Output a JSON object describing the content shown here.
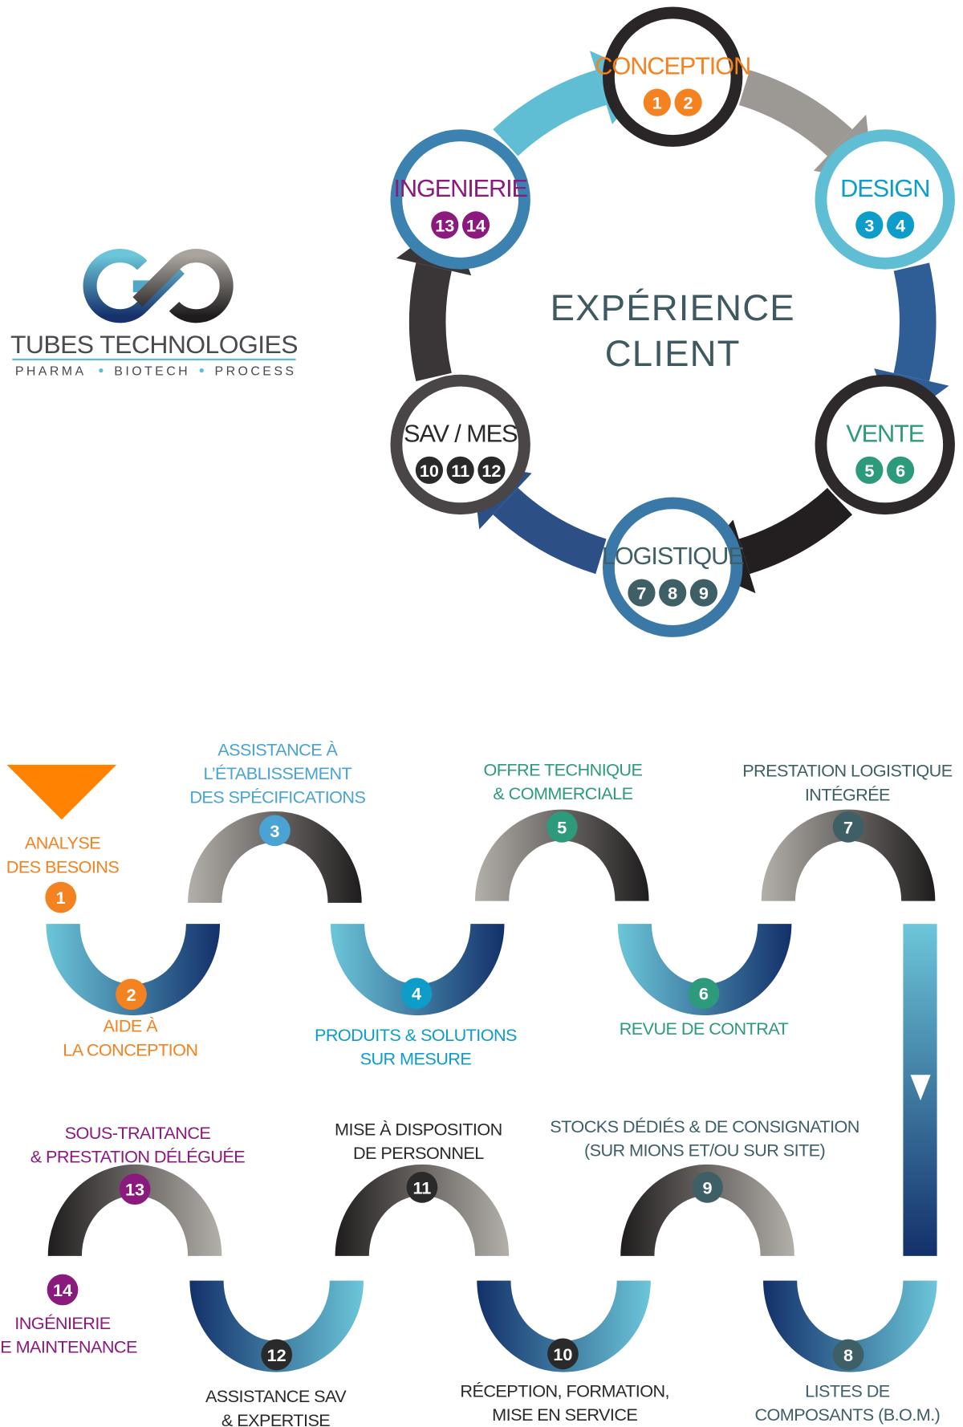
{
  "logo": {
    "name": "TUBES TECHNOLOGIES",
    "tagline": [
      "PHARMA",
      "BIOTECH",
      "PROCESS"
    ]
  },
  "cycle": {
    "center_lines": [
      "EXPÉRIENCE",
      "CLIENT"
    ],
    "stages": [
      {
        "label": "CONCEPTION",
        "numbers": [
          "1",
          "2"
        ],
        "color": "#f58220"
      },
      {
        "label": "DESIGN",
        "numbers": [
          "3",
          "4"
        ],
        "color": "#0e9cc9"
      },
      {
        "label": "VENTE",
        "numbers": [
          "5",
          "6"
        ],
        "color": "#2e9a7c"
      },
      {
        "label": "LOGISTIQUE",
        "numbers": [
          "7",
          "8",
          "9"
        ],
        "color": "#3e5f66"
      },
      {
        "label": "SAV / MES",
        "numbers": [
          "10",
          "11",
          "12"
        ],
        "color": "#2a2a2a"
      },
      {
        "label": "INGENIERIE",
        "numbers": [
          "13",
          "14"
        ],
        "color": "#8b1a7e"
      }
    ]
  },
  "steps": [
    {
      "n": "1",
      "lines": [
        "ANALYSE",
        "DES BESOINS"
      ],
      "color": "#f58220"
    },
    {
      "n": "2",
      "lines": [
        "AIDE À",
        "LA CONCEPTION"
      ],
      "color": "#f58220"
    },
    {
      "n": "3",
      "lines": [
        "ASSISTANCE À",
        "L’ÉTABLISSEMENT",
        "DES SPÉCIFICATIONS"
      ],
      "color": "#4aa3d3"
    },
    {
      "n": "4",
      "lines": [
        "PRODUITS & SOLUTIONS",
        "SUR MESURE"
      ],
      "color": "#0e9cc9"
    },
    {
      "n": "5",
      "lines": [
        "OFFRE TECHNIQUE",
        "& COMMERCIALE"
      ],
      "color": "#2e9a7c"
    },
    {
      "n": "6",
      "lines": [
        "REVUE DE CONTRAT"
      ],
      "color": "#2e9a7c"
    },
    {
      "n": "7",
      "lines": [
        "PRESTATION LOGISTIQUE",
        "INTÉGRÉE"
      ],
      "color": "#3e5f66"
    },
    {
      "n": "8",
      "lines": [
        "LISTES DE",
        "COMPOSANTS (B.O.M.)"
      ],
      "color": "#3e5f66"
    },
    {
      "n": "9",
      "lines": [
        "STOCKS DÉDIÉS & DE CONSIGNATION",
        "(SUR MIONS ET/OU SUR SITE)"
      ],
      "color": "#3e5f66"
    },
    {
      "n": "10",
      "lines": [
        "RÉCEPTION, FORMATION,",
        "MISE EN SERVICE"
      ],
      "color": "#2a2a2a"
    },
    {
      "n": "11",
      "lines": [
        "MISE À DISPOSITION",
        "DE PERSONNEL"
      ],
      "color": "#2a2a2a"
    },
    {
      "n": "12",
      "lines": [
        "ASSISTANCE SAV",
        "& EXPERTISE"
      ],
      "color": "#2a2a2a"
    },
    {
      "n": "13",
      "lines": [
        "SOUS-TRAITANCE",
        "& PRESTATION DÉLÉGUÉE"
      ],
      "color": "#8b1a7e"
    },
    {
      "n": "14",
      "lines": [
        "INGÉNIERIE",
        "DE MAINTENANCE"
      ],
      "color": "#8b1a7e"
    }
  ]
}
